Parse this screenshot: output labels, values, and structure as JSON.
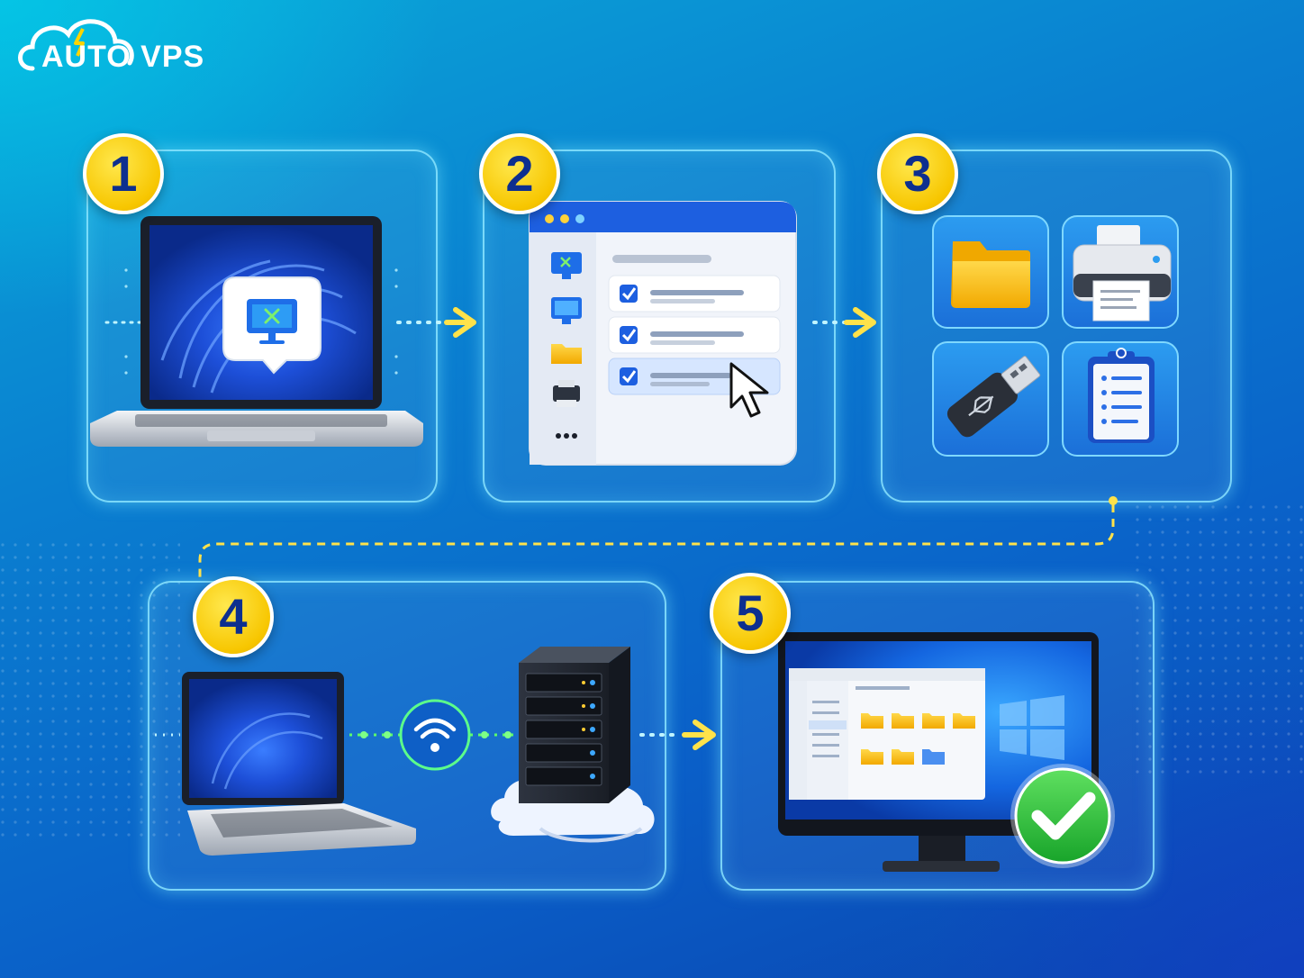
{
  "brand": {
    "name": "AUTO VPS"
  },
  "steps": [
    {
      "number": "1"
    },
    {
      "number": "2"
    },
    {
      "number": "3"
    },
    {
      "number": "4"
    },
    {
      "number": "5"
    }
  ],
  "colors": {
    "accent_yellow": "#f7c600",
    "badge_text": "#0d2f8f",
    "panel_border": "#8ce6ff",
    "success_green": "#2fbf3a",
    "connector_green": "#5cff6a"
  }
}
